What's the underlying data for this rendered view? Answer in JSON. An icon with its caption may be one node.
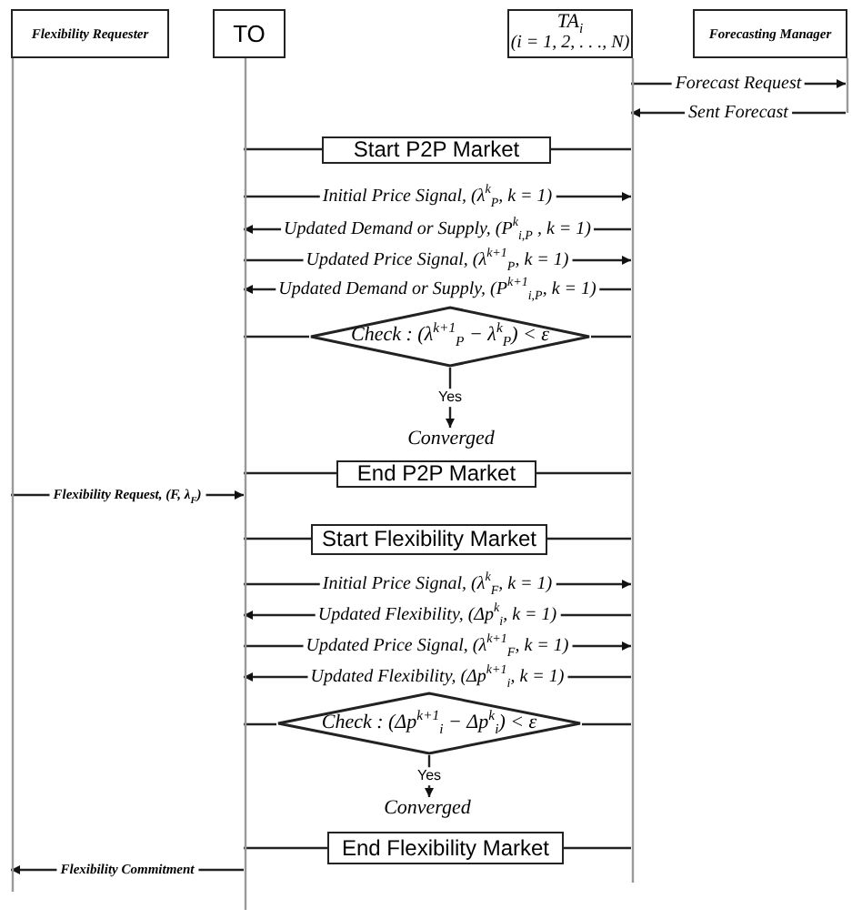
{
  "diagram": {
    "nodes": [
      {
        "text": [
          "Flexibility Requester"
        ]
      },
      {
        "text": [
          "TO"
        ]
      },
      {
        "text": [
          "TA$_{i}$",
          "(i = 1, 2, . . ., N)"
        ]
      },
      {
        "text": [
          "Forecasting Manager"
        ]
      },
      {
        "text": [
          "Start P2P Market"
        ]
      },
      {
        "text": [
          "Check : (λ$^{k+1}$$_{P}$ − λ$^{k}$$_{P}$) < ε"
        ]
      },
      {
        "text": [
          "Converged"
        ]
      },
      {
        "text": [
          "End P2P Market"
        ]
      },
      {
        "text": [
          "Start Flexibility Market"
        ]
      },
      {
        "text": [
          "Check : (Δp$^{k+1}$$_{i}$ − Δp$^{k}$$_{i}$) < ε"
        ]
      },
      {
        "text": [
          "Converged"
        ]
      },
      {
        "text": [
          "End Flexibility Market"
        ]
      }
    ],
    "edges": [
      {
        "from": 2,
        "to": 3,
        "arrow": "to",
        "label": "Forecast Request"
      },
      {
        "from": 3,
        "to": 2,
        "arrow": "to",
        "label": "Sent Forecast"
      },
      {
        "from": 1,
        "to": 4,
        "arrow": "none"
      },
      {
        "from": 4,
        "to": 2,
        "arrow": "none"
      },
      {
        "from": 1,
        "to": 2,
        "arrow": "to",
        "label": "Initial Price Signal, (λ$^{k}$$_{P}$, k = 1)"
      },
      {
        "from": 2,
        "to": 1,
        "arrow": "to",
        "label": "Updated Demand or Supply, (P$^{k}$$_{i,P}$ , k = 1)"
      },
      {
        "from": 1,
        "to": 2,
        "arrow": "to",
        "label": "Updated Price Signal, (λ$^{k+1}$$_{P}$, k = 1)"
      },
      {
        "from": 2,
        "to": 1,
        "arrow": "to",
        "label": "Updated Demand or Supply, (P$^{k+1}$$_{i,P}$, k = 1)"
      },
      {
        "from": 1,
        "to": 5,
        "arrow": "none"
      },
      {
        "from": 5,
        "to": 2,
        "arrow": "none"
      },
      {
        "from": 5,
        "to": 6,
        "arrow": "to",
        "label": "Yes"
      },
      {
        "from": 1,
        "to": 7,
        "arrow": "none"
      },
      {
        "from": 7,
        "to": 2,
        "arrow": "none"
      },
      {
        "from": 0,
        "to": 1,
        "arrow": "to",
        "label": "Flexibility Request, (F, λ$_{F}$)"
      },
      {
        "from": 1,
        "to": 8,
        "arrow": "none"
      },
      {
        "from": 8,
        "to": 2,
        "arrow": "none"
      },
      {
        "from": 1,
        "to": 2,
        "arrow": "to",
        "label": "Initial Price Signal, (λ$^{k}$$_{F}$, k = 1)"
      },
      {
        "from": 2,
        "to": 1,
        "arrow": "to",
        "label": "Updated Flexibility, (Δp$^{k}$$_{i}$, k = 1)"
      },
      {
        "from": 1,
        "to": 2,
        "arrow": "to",
        "label": "Updated Price Signal, (λ$^{k+1}$$_{F}$, k = 1)"
      },
      {
        "from": 2,
        "to": 1,
        "arrow": "to",
        "label": "Updated Flexibility, (Δp$^{k+1}$$_{i}$, k = 1)"
      },
      {
        "from": 1,
        "to": 9,
        "arrow": "none"
      },
      {
        "from": 9,
        "to": 2,
        "arrow": "none"
      },
      {
        "from": 9,
        "to": 10,
        "arrow": "to",
        "label": "Yes"
      },
      {
        "from": 1,
        "to": 11,
        "arrow": "none"
      },
      {
        "from": 11,
        "to": 2,
        "arrow": "none"
      },
      {
        "from": 1,
        "to": 0,
        "arrow": "to",
        "label": "Flexibility Commitment"
      }
    ]
  }
}
